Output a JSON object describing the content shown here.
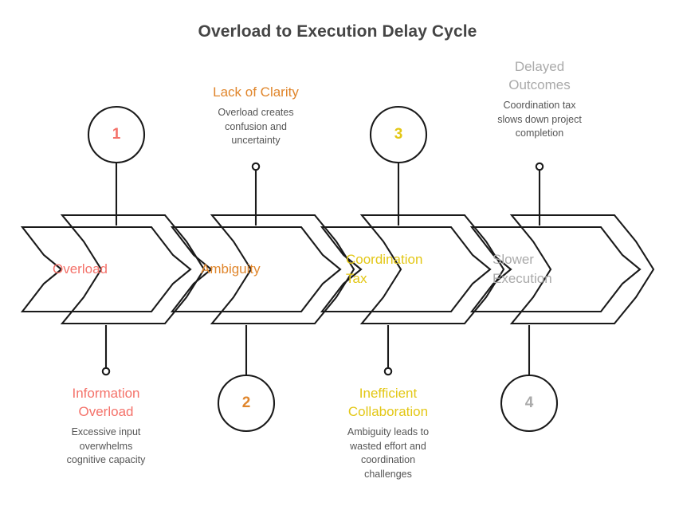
{
  "title": "Overload to Execution Delay Cycle",
  "colors": {
    "red": "#F4726A",
    "orange": "#E0862C",
    "yellow": "#E3C715",
    "gray": "#AAAAAA",
    "stroke": "#1A1A1A",
    "title": "#454545",
    "desc": "#555555"
  },
  "stages": [
    {
      "label": "Overload",
      "color_key": "red"
    },
    {
      "label": "Ambiguity",
      "color_key": "orange"
    },
    {
      "label": "Coordination\nTax",
      "color_key": "yellow"
    },
    {
      "label": "Slower\nExecution",
      "color_key": "gray"
    }
  ],
  "markers": [
    {
      "number": "1",
      "color_key": "red"
    },
    {
      "number": "2",
      "color_key": "orange"
    },
    {
      "number": "3",
      "color_key": "yellow"
    },
    {
      "number": "4",
      "color_key": "gray"
    }
  ],
  "callouts": [
    {
      "title": "Information\nOverload",
      "desc": "Excessive input\noverwhelms\ncognitive capacity",
      "color_key": "red",
      "position": "bottom"
    },
    {
      "title": "Lack of Clarity",
      "desc": "Overload creates\nconfusion and\nuncertainty",
      "color_key": "orange",
      "position": "top"
    },
    {
      "title": "Inefficient\nCollaboration",
      "desc": "Ambiguity leads to\nwasted effort and\ncoordination\nchallenges",
      "color_key": "yellow",
      "position": "bottom"
    },
    {
      "title": "Delayed\nOutcomes",
      "desc": "Coordination tax\nslows down project\ncompletion",
      "color_key": "gray",
      "position": "top"
    }
  ]
}
